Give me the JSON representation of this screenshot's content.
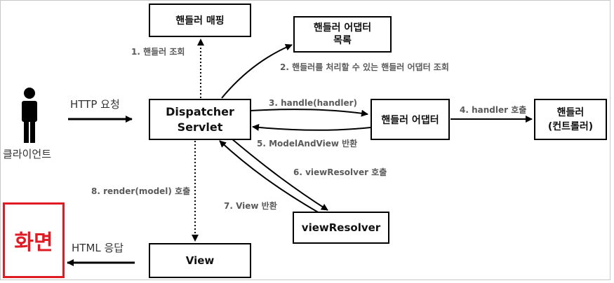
{
  "diagram": {
    "nodes": {
      "handler_mapping": "핸들러 매핑",
      "adapter_list": "핸들러 어댑터\n목록",
      "dispatcher": "Dispatcher\nServlet",
      "handler_adapter": "핸들러 어댑터",
      "handler": "핸들러\n(컨트롤러)",
      "view_resolver": "viewResolver",
      "view": "View",
      "client": "클라이언트",
      "screen": "화면"
    },
    "edges": {
      "http_request": "HTTP 요청",
      "http_response": "HTML 응답",
      "step1": "1. 핸들러 조회",
      "step2": "2. 핸들러를 처리할 수 있는 핸들러 어댑터 조회",
      "step3": "3. handle(handler)",
      "step4": "4. handler 호출",
      "step5": "5. ModelAndView 반환",
      "step6": "6. viewResolver 호출",
      "step7": "7. View 반환",
      "step8": "8. render(model) 호출"
    },
    "colors": {
      "screen_accent": "#e01b24",
      "arrow": "#000000"
    }
  }
}
